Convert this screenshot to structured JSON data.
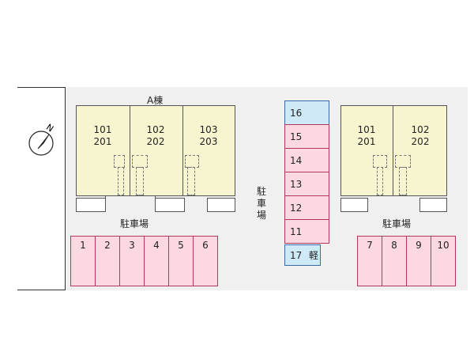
{
  "building_a": {
    "name": "A棟",
    "units": [
      "101\n201",
      "102\n202",
      "103\n203"
    ]
  },
  "building_b": {
    "units": [
      "101\n201",
      "102\n202"
    ]
  },
  "parking": {
    "label_left": "駐車場",
    "label_right": "駐車場",
    "label_center": "駐\n車\n場",
    "left_spaces": [
      "1",
      "2",
      "3",
      "4",
      "5",
      "6"
    ],
    "right_spaces": [
      "7",
      "8",
      "9",
      "10"
    ],
    "center_spaces": [
      "16",
      "15",
      "14",
      "13",
      "12",
      "11"
    ],
    "kei_space": {
      "number": "17",
      "label": "軽"
    }
  },
  "compass": {
    "north": "N"
  },
  "colors": {
    "building_fill": "#f7f5cf",
    "parking_fill": "#fbd8e2",
    "parking_border": "#b0385a",
    "special_fill": "#cfe9f6",
    "lot_fill": "#f0f0f0"
  }
}
